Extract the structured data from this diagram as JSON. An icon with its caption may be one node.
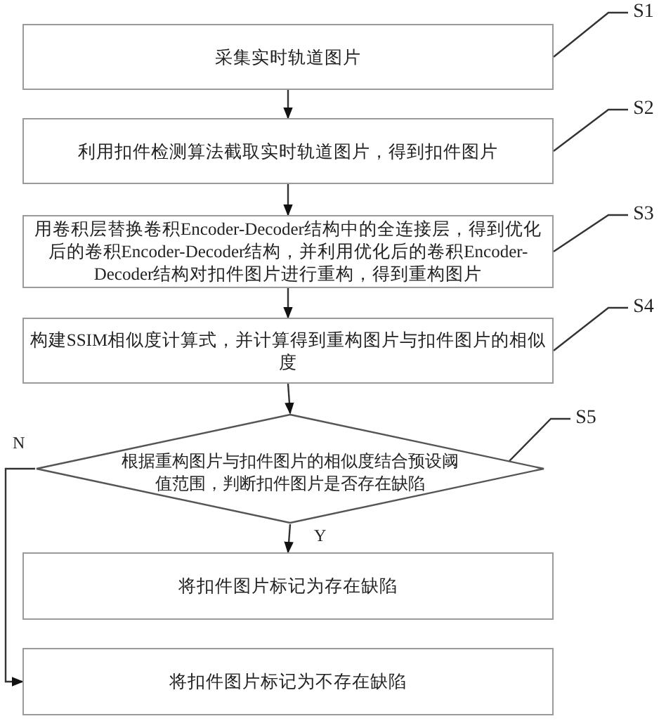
{
  "diagram": {
    "nodes": [
      {
        "text": [
          "采集实时轨道图片"
        ]
      },
      {
        "text": [
          "S1"
        ]
      },
      {
        "text": [
          "利用扣件检测算法截取实时轨道图片，得到扣件图片"
        ]
      },
      {
        "text": [
          "S2"
        ]
      },
      {
        "text": [
          "用卷积层替换卷积Encoder-Decoder结构中的全连接层，得到优化后的卷积Encoder-Decoder结构，并利用优化后的卷积Encoder-Decoder结构对扣件图片进行重构，得到重构图片"
        ]
      },
      {
        "text": [
          "S3"
        ]
      },
      {
        "text": [
          "构建SSIM相似度计算式，并计算得到重构图片与扣件图片的相似度"
        ]
      },
      {
        "text": [
          "S4"
        ]
      },
      {
        "text": [
          "根据重构图片与扣件图片的相似度结合预设阈值范围，判断扣件图片是否存在缺陷"
        ]
      },
      {
        "text": [
          "S5"
        ]
      },
      {
        "text": [
          "将扣件图片标记为存在缺陷"
        ]
      },
      {
        "text": [
          "将扣件图片标记为不存在缺陷"
        ]
      }
    ],
    "edges": [
      {
        "from": 0,
        "to": 2,
        "arrow": "to"
      },
      {
        "from": 2,
        "to": 4,
        "arrow": "to"
      },
      {
        "from": 4,
        "to": 6,
        "arrow": "to"
      },
      {
        "from": 6,
        "to": 8,
        "arrow": "to"
      },
      {
        "from": 8,
        "to": 10,
        "arrow": "to",
        "label": "Y"
      },
      {
        "from": 8,
        "to": 11,
        "arrow": "to",
        "label": "N"
      },
      {
        "from": 1,
        "to": 0,
        "arrow": "none"
      },
      {
        "from": 3,
        "to": 2,
        "arrow": "none"
      },
      {
        "from": 5,
        "to": 4,
        "arrow": "none"
      },
      {
        "from": 7,
        "to": 6,
        "arrow": "none"
      },
      {
        "from": 9,
        "to": 8,
        "arrow": "none"
      }
    ]
  }
}
